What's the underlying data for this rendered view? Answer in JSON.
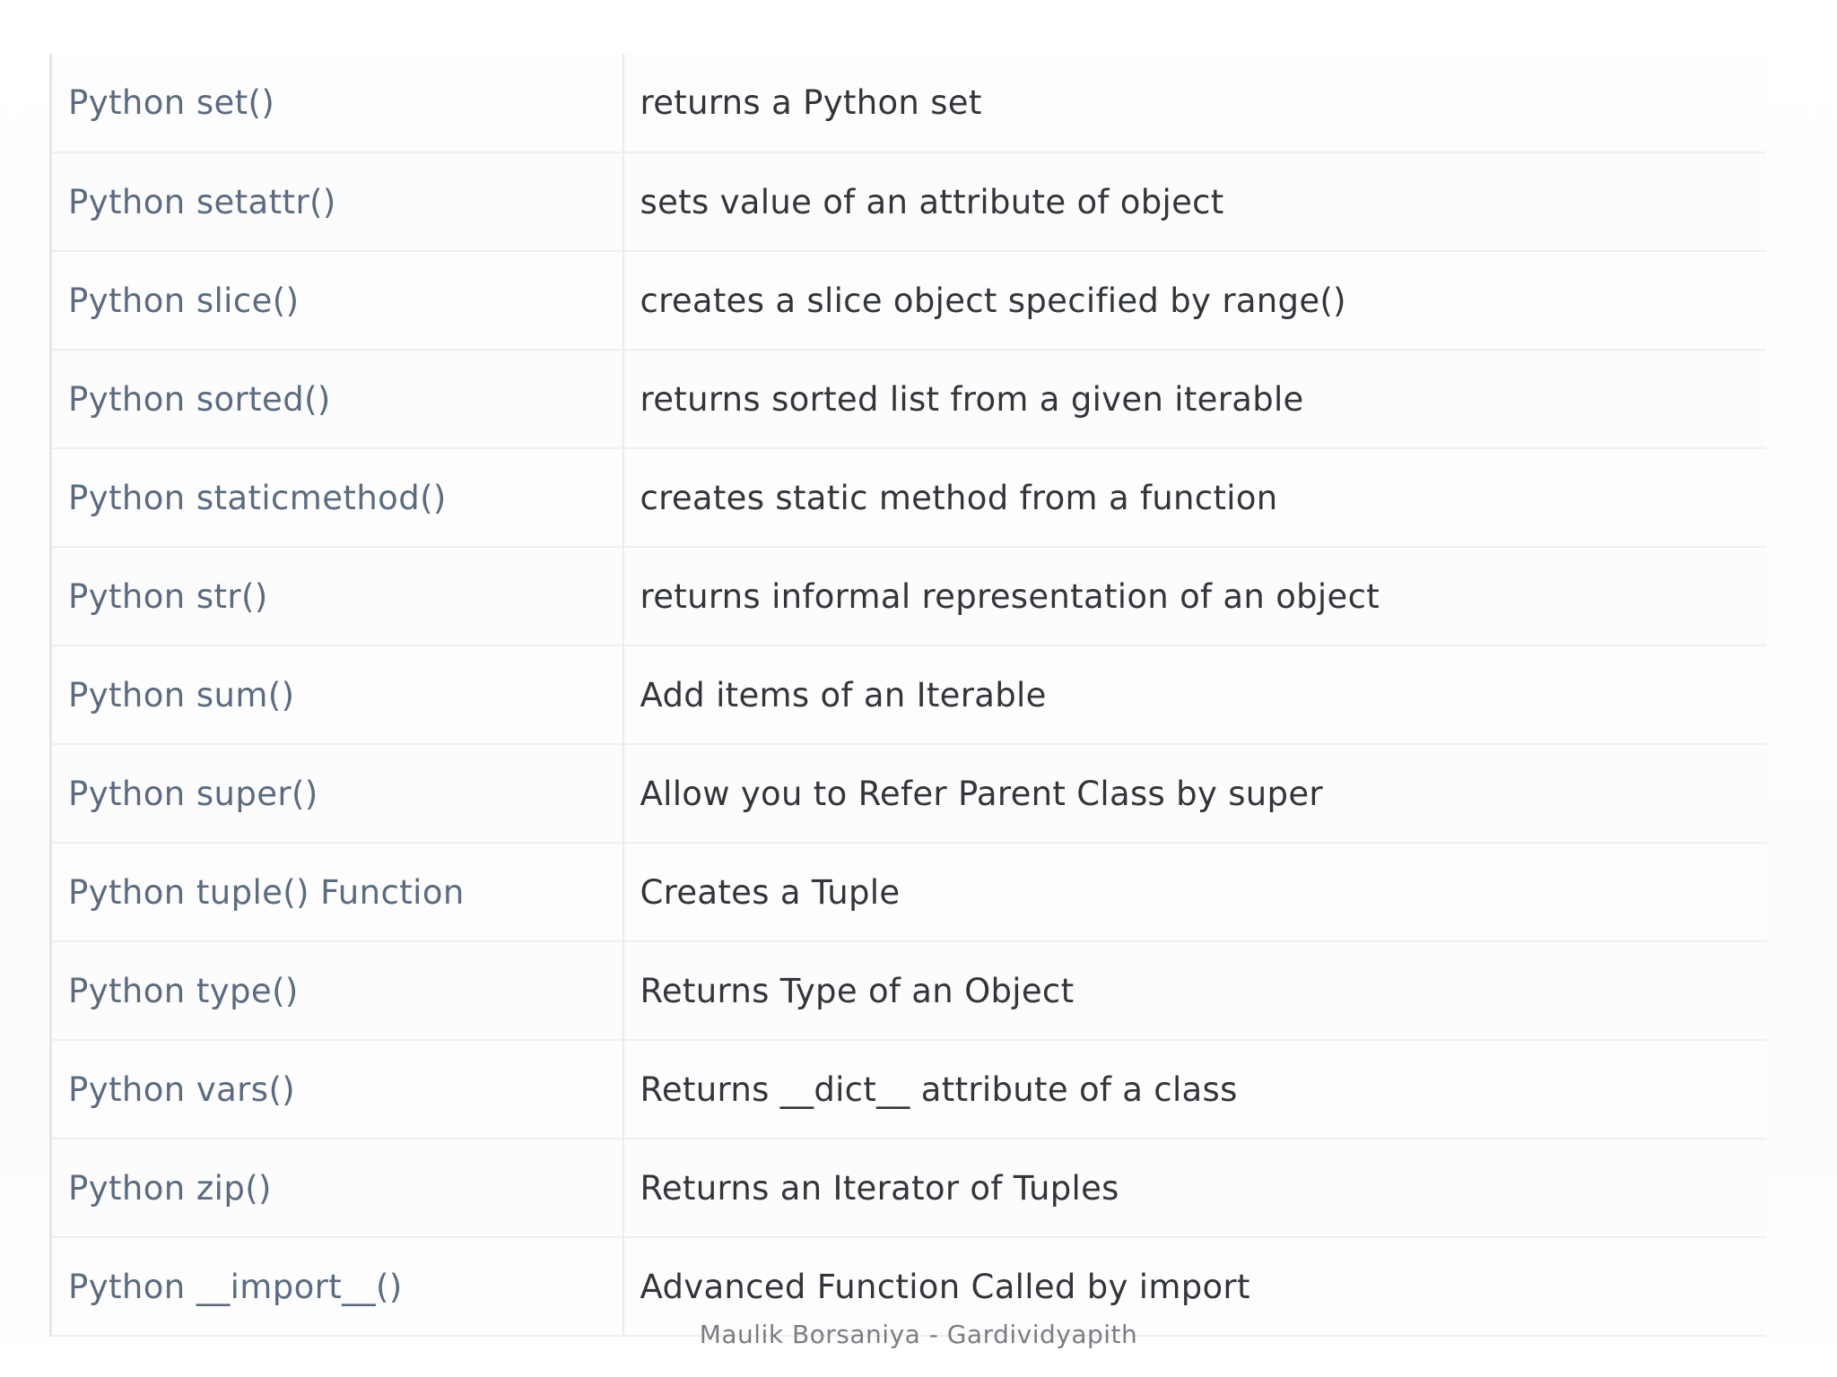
{
  "document": {
    "type": "reference-table",
    "watermark": "Maulik Borsaniya - Gardividyapith",
    "colors": {
      "function_name_text": "#5b6b80",
      "description_text": "#32353a",
      "row_separator": "#edeff2",
      "column_divider": "#e9ebef",
      "left_border": "#e3e6ea",
      "page_background": "#ffffff",
      "watermark_text": "#7b7d82"
    }
  },
  "table": {
    "columns": [
      {
        "key": "name",
        "header": ""
      },
      {
        "key": "description",
        "header": ""
      }
    ],
    "rows": [
      {
        "name": "Python set()",
        "description": "returns a Python set"
      },
      {
        "name": "Python setattr()",
        "description": "sets value of an attribute of object"
      },
      {
        "name": "Python slice()",
        "description": "creates a slice object specified by range()"
      },
      {
        "name": "Python sorted()",
        "description": "returns sorted list from a given iterable"
      },
      {
        "name": "Python staticmethod()",
        "description": "creates static method from a function"
      },
      {
        "name": "Python str()",
        "description": "returns informal representation of an object"
      },
      {
        "name": "Python sum()",
        "description": "Add items of an Iterable"
      },
      {
        "name": "Python super()",
        "description": "Allow you to Refer Parent Class by super"
      },
      {
        "name": "Python tuple() Function",
        "description": "Creates a Tuple"
      },
      {
        "name": "Python type()",
        "description": "Returns Type of an Object"
      },
      {
        "name": "Python vars()",
        "description": "Returns __dict__ attribute of a class"
      },
      {
        "name": "Python zip()",
        "description": "Returns an Iterator of Tuples"
      },
      {
        "name": "Python __import__()",
        "description": "Advanced Function Called by import"
      }
    ]
  }
}
